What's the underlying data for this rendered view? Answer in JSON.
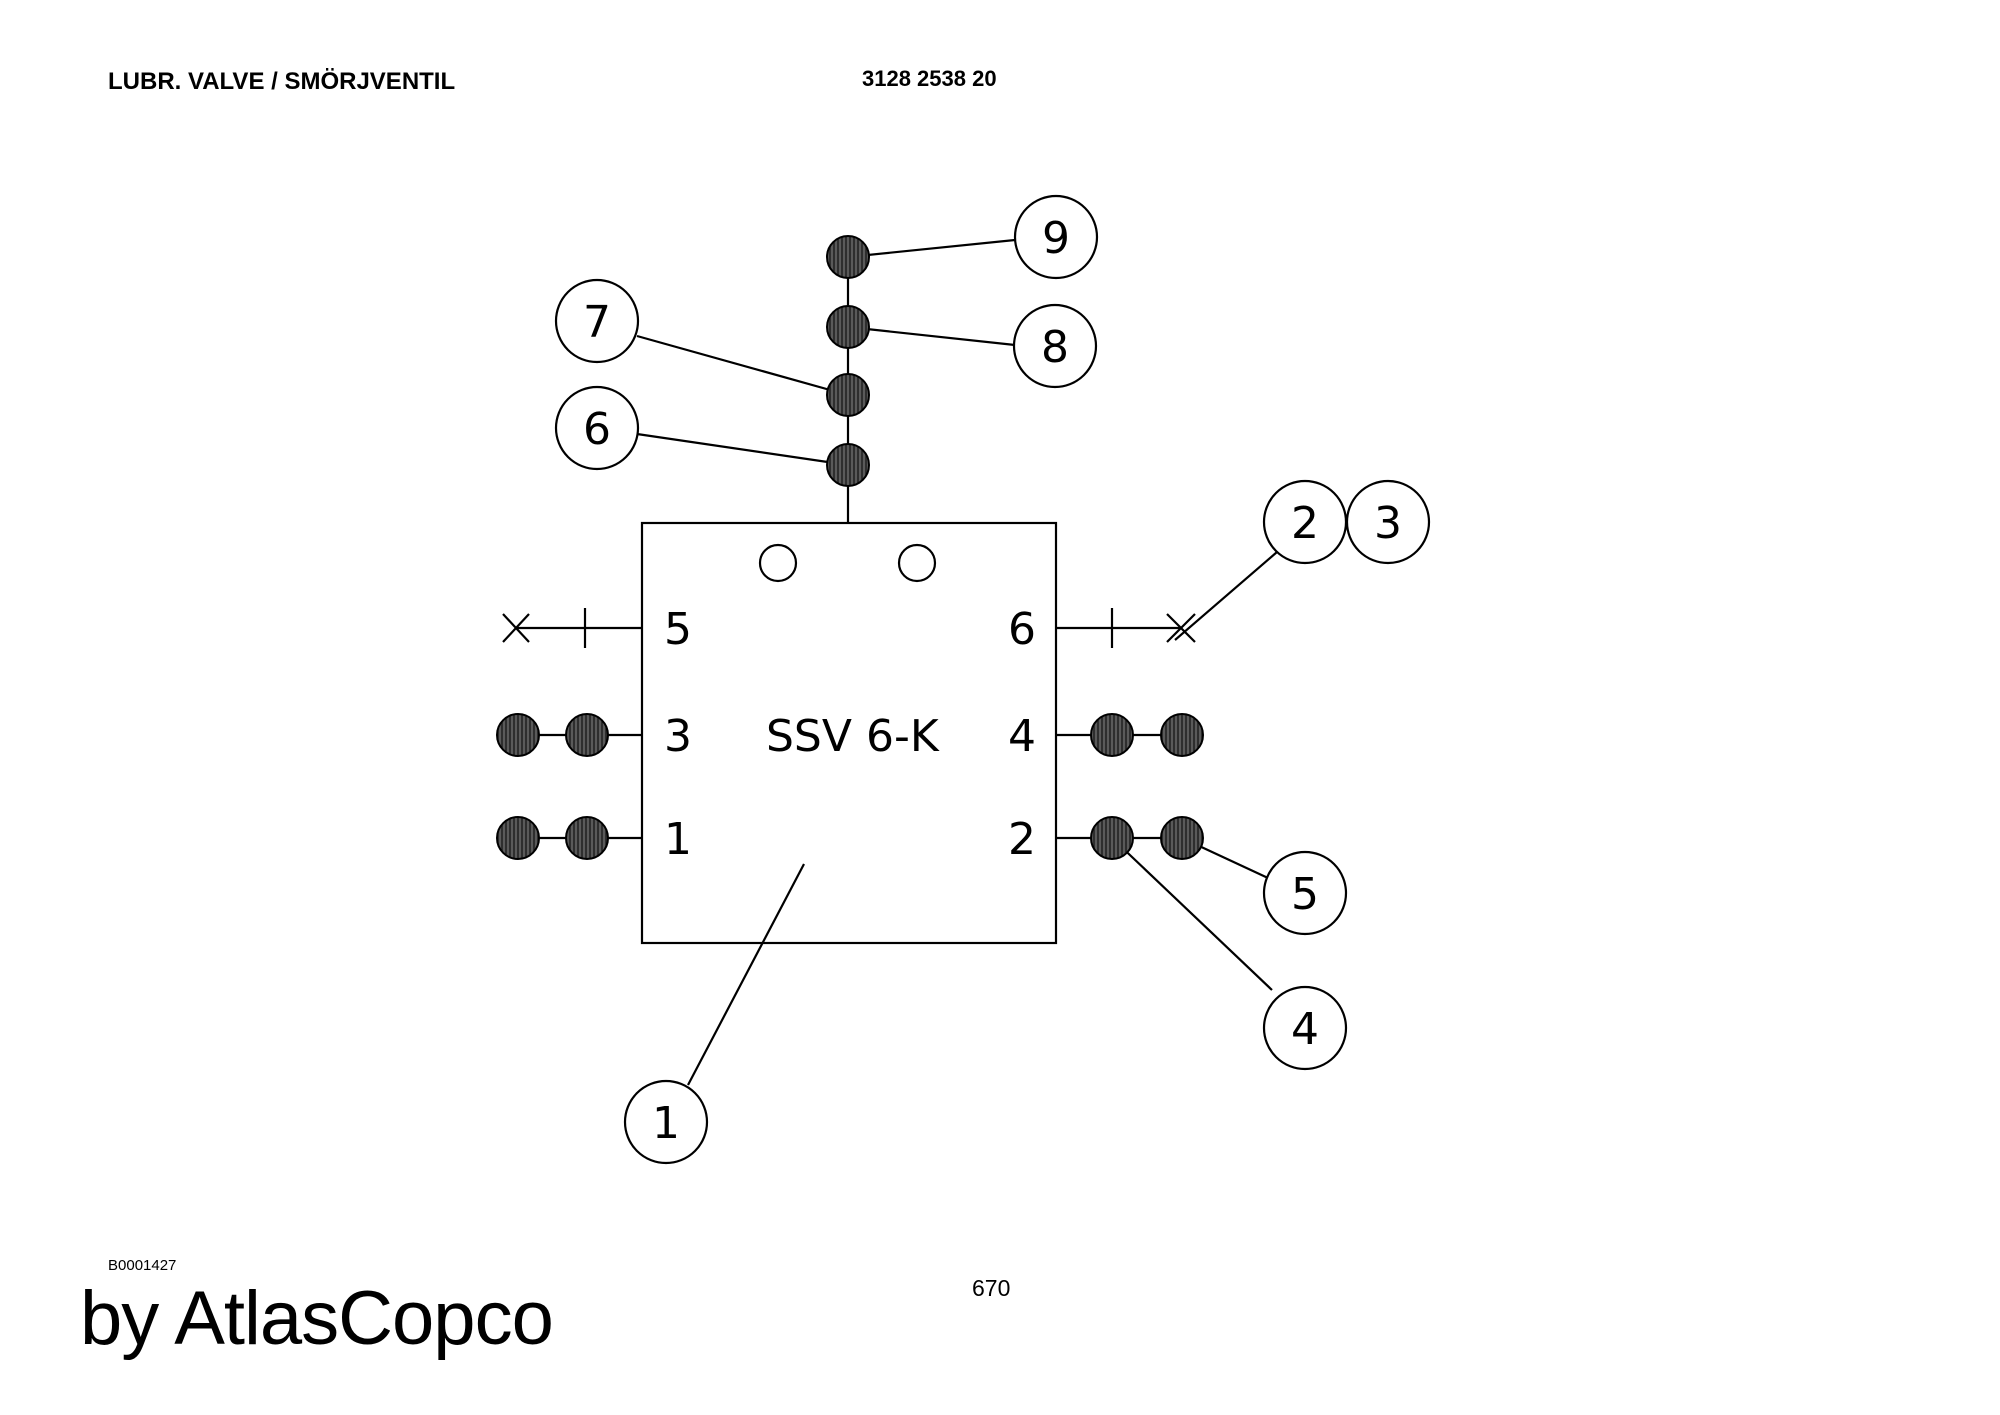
{
  "header": {
    "title": "LUBR. VALVE / SMÖRJVENTIL",
    "part_number": "3128 2538 20"
  },
  "diagram": {
    "block_label": "SSV 6-K",
    "left_ports": [
      "5",
      "3",
      "1"
    ],
    "right_ports": [
      "6",
      "4",
      "2"
    ],
    "callouts": [
      "1",
      "2",
      "3",
      "4",
      "5",
      "6",
      "7",
      "8",
      "9"
    ]
  },
  "footer": {
    "drawing_id": "B0001427",
    "page_number": "670",
    "brand": "by AtlasCopco"
  }
}
